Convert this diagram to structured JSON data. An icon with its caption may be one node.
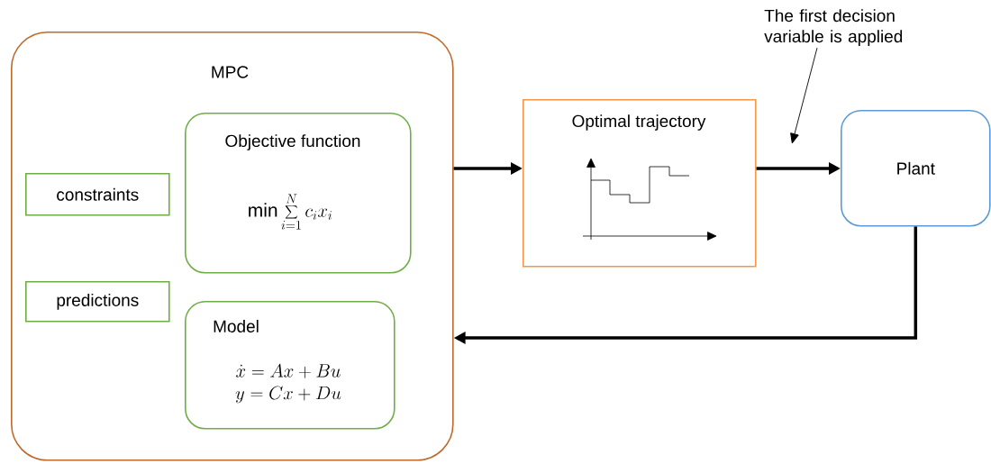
{
  "diagram": {
    "nodes": [
      {
        "text": [
          "MPC"
        ]
      },
      {
        "text": [
          "constraints"
        ],
        "in": 0
      },
      {
        "text": [
          "Objective function",
          "\\min\\sum_{i=1}^{N} c_i x_i"
        ],
        "in": 0
      },
      {
        "text": [
          "predictions"
        ],
        "in": 0
      },
      {
        "text": [
          "Model",
          "\\dot{x} = Ax + Bu",
          "y = Cx + Du"
        ],
        "in": 0
      },
      {
        "text": [
          "Optimal trajectory"
        ]
      },
      {
        "text": [
          "Plant"
        ]
      },
      {
        "text": [
          "The first decision variable is applied"
        ]
      }
    ],
    "edges": [
      {
        "from": 0,
        "to": 5,
        "arrow": "to"
      },
      {
        "from": 5,
        "to": 6,
        "arrow": "to"
      },
      {
        "from": 6,
        "to": 0,
        "arrow": "to"
      },
      {
        "from": 7,
        "to": null,
        "arrow": "to"
      }
    ]
  }
}
